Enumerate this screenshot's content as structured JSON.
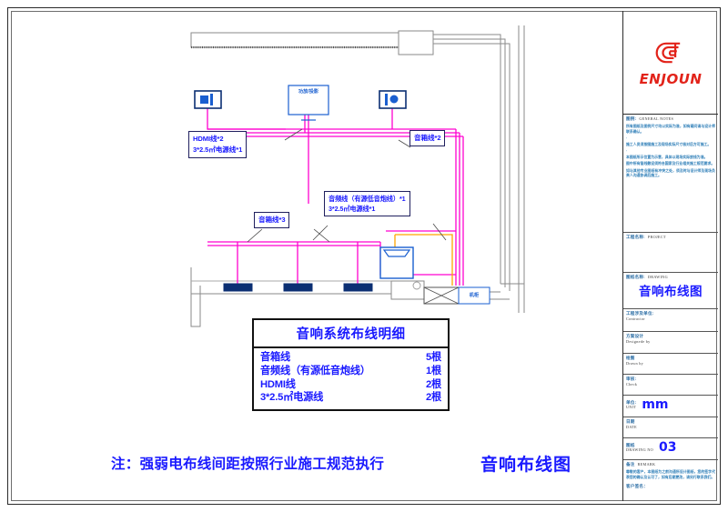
{
  "sheet": {
    "bottom_note": "注：强弱电布线间距按照行业施工规范执行",
    "bottom_title": "音响布线图"
  },
  "titleblock": {
    "logo_text": "ENJOUN",
    "general_notes": {
      "label_cn": "图例:",
      "label_en": "GENERAL NOTES",
      "lines": [
        "所有图纸及图例尺寸均以实际为准，如有疑问请与设计师联系确认。",
        "施工人员须按图施工及现场实际尺寸核对后方可施工。",
        "本图纸所示位置为示意，具体以现场实际放线为准。",
        "图中所有管线敷设须符合国家及行业相关施工规范要求。",
        "如与其他专业图纸有冲突之处，须及时与设计师及现场负责人沟通协调后施工。"
      ]
    },
    "project": {
      "label_cn": "工程名称:",
      "label_en": "PROJECT",
      "value": ""
    },
    "drawing": {
      "label_cn": "图纸名称:",
      "label_en": "DRAWING",
      "value": "音响布线图"
    },
    "contractor": {
      "label_cn": "工程涉及单位:",
      "label_en": "Contractor",
      "value": ""
    },
    "designed_by": {
      "label_cn": "方案设计",
      "label_en": "Designede by",
      "value": ""
    },
    "drawn_by": {
      "label_cn": "绘图",
      "label_en": "Drawn by",
      "value": ""
    },
    "check": {
      "label_cn": "审核:",
      "label_en": "Check",
      "value": ""
    },
    "unit": {
      "label_cn": "单位:",
      "label_en": "UNIT",
      "value": "mm"
    },
    "date": {
      "label_cn": "日期",
      "label_en": "DATE",
      "value": ""
    },
    "drawing_no": {
      "label_cn": "图纸",
      "label_en": "DRAWING NO",
      "value": "03"
    },
    "remark": {
      "label_cn": "备注",
      "label_en": "REMARK",
      "lines": [
        "尊敬的客户，本图纸为之前沟通所设计图纸，您的签字代表您的确认及认可了，如有后期更改，请另行联系我们。"
      ],
      "signature_label": "客户签名："
    }
  },
  "callouts": [
    {
      "name": "hdmi-power-callout",
      "lines": [
        "HDMI线*2",
        "3*2.5㎡电源线*1"
      ]
    },
    {
      "name": "speaker-2-callout",
      "lines": [
        "音箱线*2"
      ]
    },
    {
      "name": "speaker-3-callout",
      "lines": [
        "音箱线*3"
      ]
    },
    {
      "name": "audio-power-callout",
      "lines": [
        "音频线（有源低音炮线）*1",
        "3*2.5㎡电源线*1"
      ]
    }
  ],
  "devices": {
    "center_unit_label": "功放/投影",
    "cabinet_label": "机柜"
  },
  "schedule": {
    "title": "音响系统布线明细",
    "rows": [
      {
        "name": "音箱线",
        "qty": "5根"
      },
      {
        "name": "音频线（有源低音炮线）",
        "qty": "1根"
      },
      {
        "name": "HDMI线",
        "qty": "2根"
      },
      {
        "name": "3*2.5㎡电源线",
        "qty": "2根"
      }
    ]
  },
  "colors": {
    "cable_signal": "#ff00d0",
    "cable_power": "#ffa500",
    "device_blue": "#1a5fd0",
    "text_blue": "#1a1aff",
    "brand_red": "#e2231a",
    "wall_gray": "#8a8a8a"
  }
}
